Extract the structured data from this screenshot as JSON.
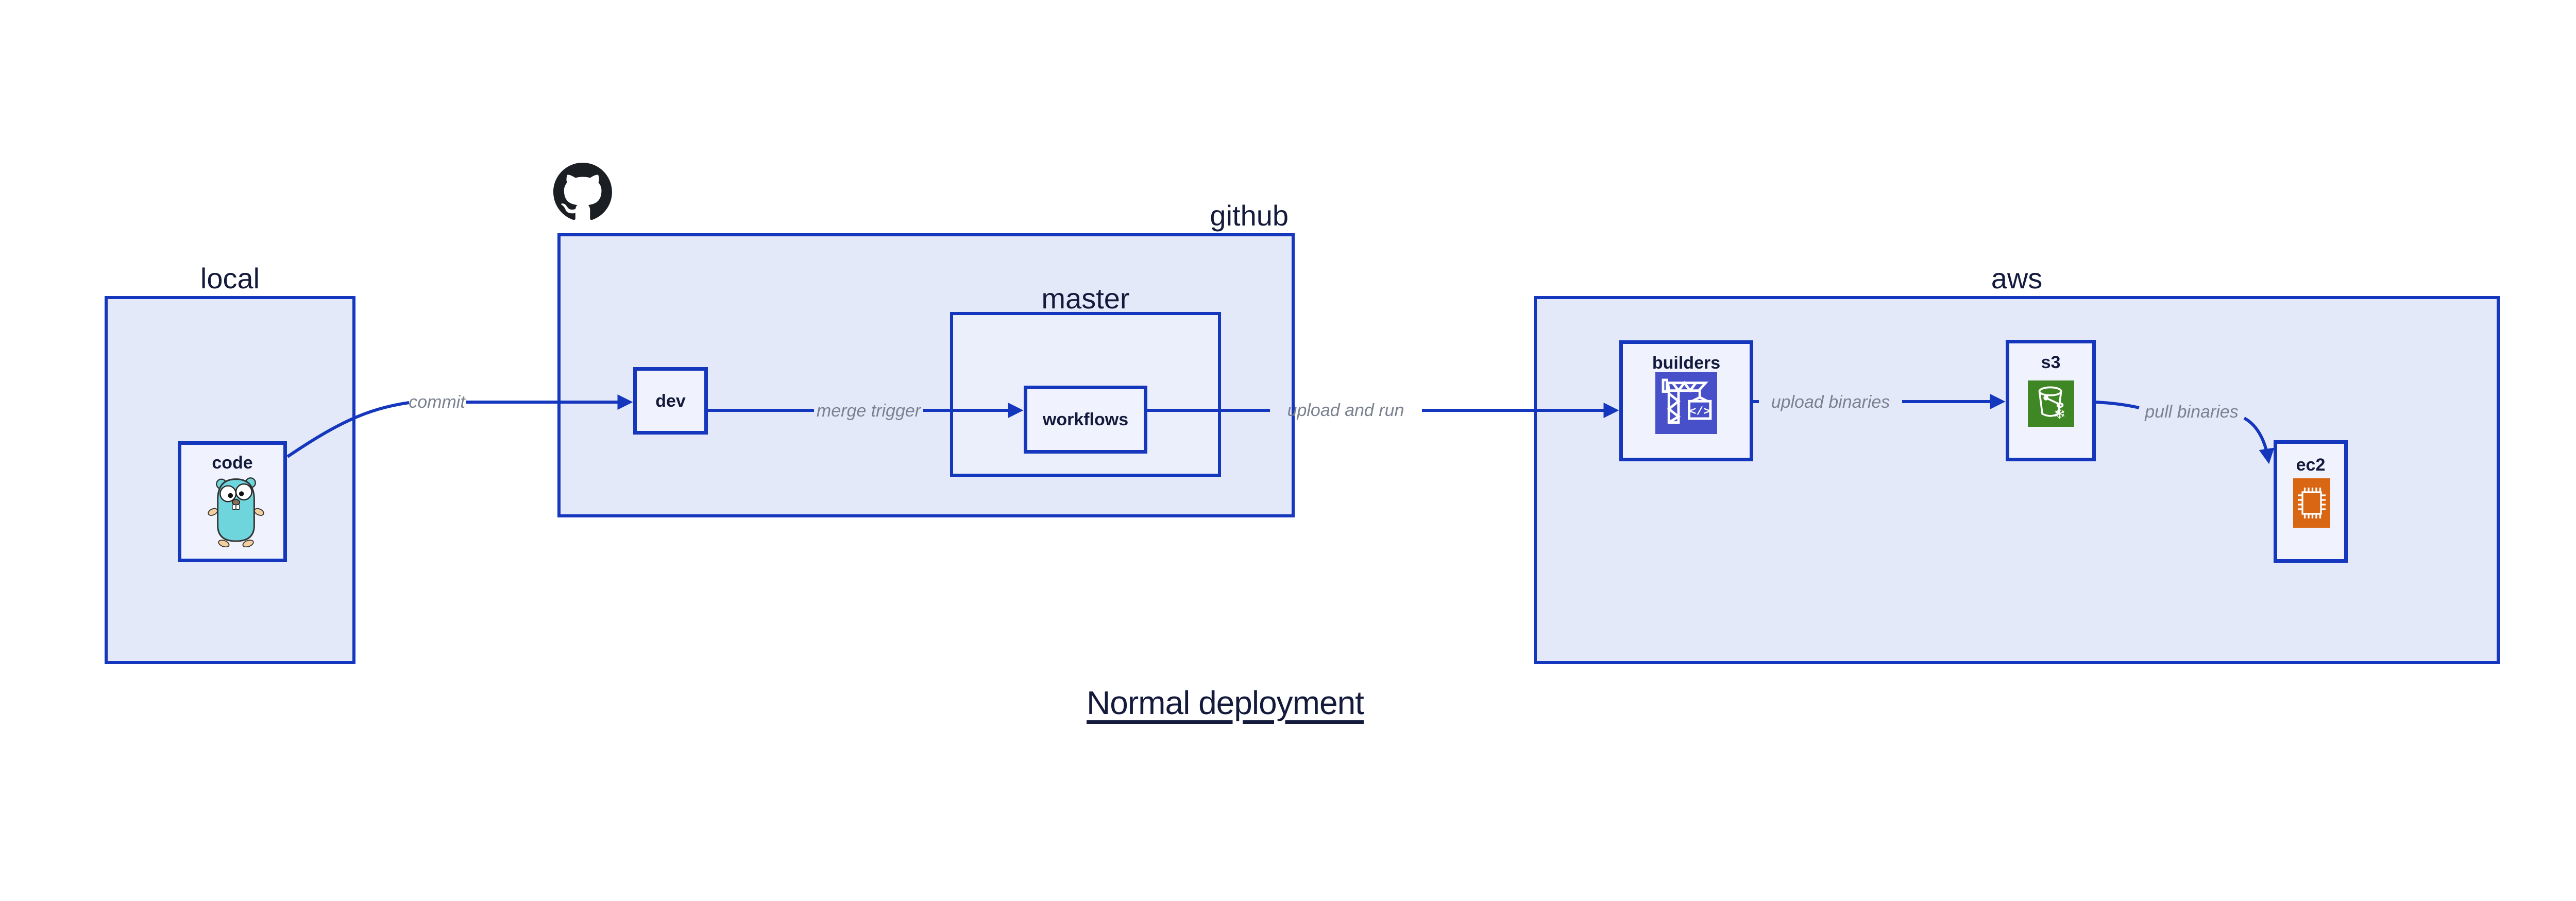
{
  "title": "Normal deployment",
  "clusters": {
    "local": {
      "label": "local"
    },
    "github": {
      "label": "github"
    },
    "master": {
      "label": "master"
    },
    "aws": {
      "label": "aws"
    }
  },
  "nodes": {
    "code": {
      "label": "code",
      "icon": "go-gopher-icon"
    },
    "dev": {
      "label": "dev"
    },
    "workflows": {
      "label": "workflows"
    },
    "builders": {
      "label": "builders",
      "icon": "build-crane-icon"
    },
    "s3": {
      "label": "s3",
      "icon": "s3-glacier-bucket-icon"
    },
    "ec2": {
      "label": "ec2",
      "icon": "cpu-chip-icon"
    }
  },
  "edges": {
    "commit": {
      "label": "commit"
    },
    "merge_trigger": {
      "label": "merge trigger"
    },
    "upload_and_run": {
      "label": "upload and run"
    },
    "upload_binaries": {
      "label": "upload binaries"
    },
    "pull_binaries": {
      "label": "pull binaries"
    }
  },
  "icons": {
    "github": "github-octocat-logo",
    "code": "go-gopher-icon",
    "builders": "build-crane-icon",
    "s3": "s3-glacier-bucket-icon",
    "ec2": "cpu-chip-icon"
  },
  "colors": {
    "line": "#1537bd",
    "cluster-fill": "#e4e9fa",
    "subcluster-fill": "#ebeffc",
    "node-fill": "#f0f3fd",
    "label": "#141a3c",
    "edge-label": "#7b818f",
    "github-logo": "#1b1f23",
    "builders-icon-bg": "#4850c9",
    "s3-icon-bg": "#3f8624",
    "ec2-icon-bg": "#d86613",
    "gopher-body": "#6fd5dc",
    "gopher-limb": "#f3cf9f"
  }
}
